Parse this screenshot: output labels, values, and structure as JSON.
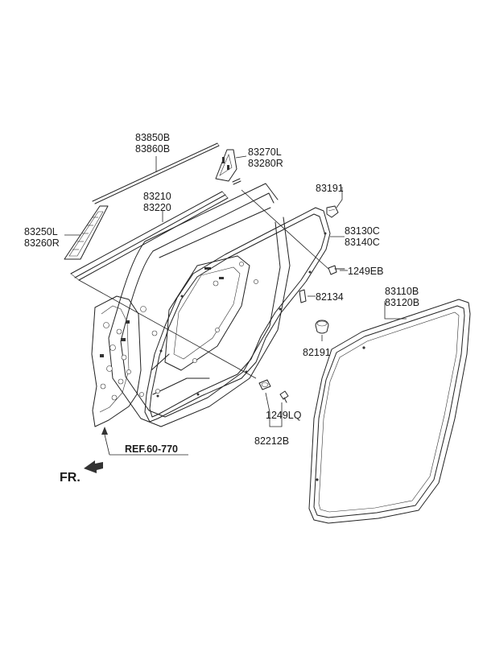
{
  "labels": {
    "p83850B": "83850B",
    "p83860B": "83860B",
    "p83270L": "83270L",
    "p83280R": "83280R",
    "p83210": "83210",
    "p83220": "83220",
    "p83191": "83191",
    "p83250L": "83250L",
    "p83260R": "83260R",
    "p83130C": "83130C",
    "p83140C": "83140C",
    "p1249EB": "1249EB",
    "p82134": "82134",
    "p83110B": "83110B",
    "p83120B": "83120B",
    "p82191": "82191",
    "p1249LQ": "1249LQ",
    "p82212B": "82212B",
    "ref": "REF.60-770",
    "front": "FR."
  }
}
